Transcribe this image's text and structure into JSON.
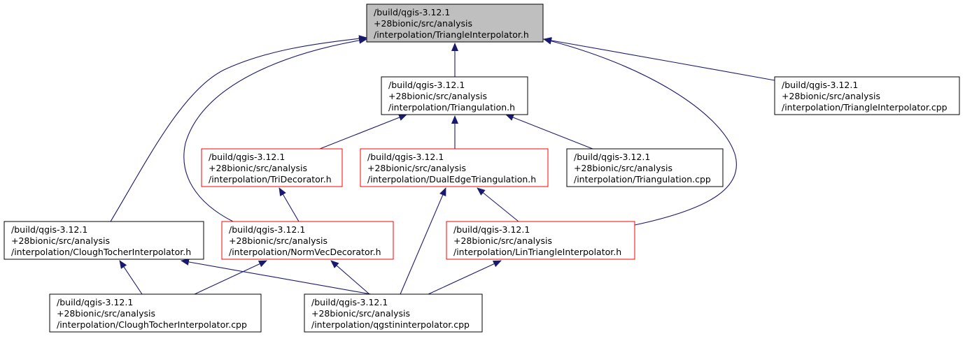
{
  "colors": {
    "edge": "#191970",
    "border_default": "#000000",
    "border_incomplete": "#ff0000",
    "fill_focus": "#bfbfbf",
    "fill_default": "#ffffff"
  },
  "nodes": [
    {
      "id": "triangle_interpolator_h",
      "lines": [
        "/build/qgis-3.12.1",
        "+28bionic/src/analysis",
        "/interpolation/TriangleInterpolator.h"
      ],
      "style": "focus"
    },
    {
      "id": "triangulation_h",
      "lines": [
        "/build/qgis-3.12.1",
        "+28bionic/src/analysis",
        "/interpolation/Triangulation.h"
      ],
      "style": "default"
    },
    {
      "id": "triangle_interpolator_cpp",
      "lines": [
        "/build/qgis-3.12.1",
        "+28bionic/src/analysis",
        "/interpolation/TriangleInterpolator.cpp"
      ],
      "style": "default"
    },
    {
      "id": "tri_decorator_h",
      "lines": [
        "/build/qgis-3.12.1",
        "+28bionic/src/analysis",
        "/interpolation/TriDecorator.h"
      ],
      "style": "incomplete"
    },
    {
      "id": "dual_edge_triangulation_h",
      "lines": [
        "/build/qgis-3.12.1",
        "+28bionic/src/analysis",
        "/interpolation/DualEdgeTriangulation.h"
      ],
      "style": "incomplete"
    },
    {
      "id": "triangulation_cpp",
      "lines": [
        "/build/qgis-3.12.1",
        "+28bionic/src/analysis",
        "/interpolation/Triangulation.cpp"
      ],
      "style": "default"
    },
    {
      "id": "clough_tocher_h",
      "lines": [
        "/build/qgis-3.12.1",
        "+28bionic/src/analysis",
        "/interpolation/CloughTocherInterpolator.h"
      ],
      "style": "default"
    },
    {
      "id": "norm_vec_decorator_h",
      "lines": [
        "/build/qgis-3.12.1",
        "+28bionic/src/analysis",
        "/interpolation/NormVecDecorator.h"
      ],
      "style": "incomplete"
    },
    {
      "id": "lin_triangle_interpolator_h",
      "lines": [
        "/build/qgis-3.12.1",
        "+28bionic/src/analysis",
        "/interpolation/LinTriangleInterpolator.h"
      ],
      "style": "incomplete"
    },
    {
      "id": "clough_tocher_cpp",
      "lines": [
        "/build/qgis-3.12.1",
        "+28bionic/src/analysis",
        "/interpolation/CloughTocherInterpolator.cpp"
      ],
      "style": "default"
    },
    {
      "id": "qgstininterpolator_cpp",
      "lines": [
        "/build/qgis-3.12.1",
        "+28bionic/src/analysis",
        "/interpolation/qgstininterpolator.cpp"
      ],
      "style": "default"
    }
  ],
  "edges": [
    {
      "from": "triangulation_h",
      "to": "triangle_interpolator_h"
    },
    {
      "from": "triangle_interpolator_cpp",
      "to": "triangle_interpolator_h"
    },
    {
      "from": "clough_tocher_h",
      "to": "triangle_interpolator_h"
    },
    {
      "from": "norm_vec_decorator_h",
      "to": "triangle_interpolator_h"
    },
    {
      "from": "lin_triangle_interpolator_h",
      "to": "triangle_interpolator_h"
    },
    {
      "from": "tri_decorator_h",
      "to": "triangulation_h"
    },
    {
      "from": "dual_edge_triangulation_h",
      "to": "triangulation_h"
    },
    {
      "from": "triangulation_cpp",
      "to": "triangulation_h"
    },
    {
      "from": "norm_vec_decorator_h",
      "to": "tri_decorator_h"
    },
    {
      "from": "lin_triangle_interpolator_h",
      "to": "dual_edge_triangulation_h"
    },
    {
      "from": "qgstininterpolator_cpp",
      "to": "dual_edge_triangulation_h"
    },
    {
      "from": "clough_tocher_cpp",
      "to": "clough_tocher_h"
    },
    {
      "from": "qgstininterpolator_cpp",
      "to": "clough_tocher_h"
    },
    {
      "from": "clough_tocher_cpp",
      "to": "norm_vec_decorator_h"
    },
    {
      "from": "qgstininterpolator_cpp",
      "to": "norm_vec_decorator_h"
    },
    {
      "from": "qgstininterpolator_cpp",
      "to": "lin_triangle_interpolator_h"
    }
  ]
}
